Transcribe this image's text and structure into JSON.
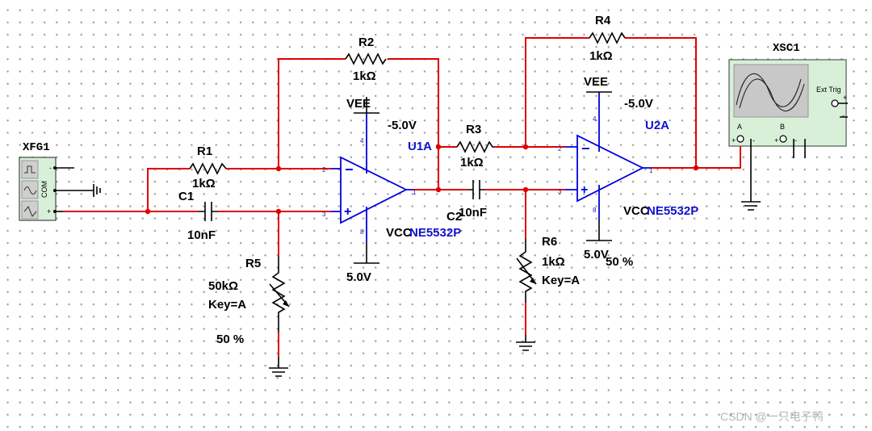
{
  "components": {
    "xfg1": {
      "ref": "XFG1",
      "com": "COM"
    },
    "r1": {
      "ref": "R1",
      "value": "1kΩ"
    },
    "c1": {
      "ref": "C1",
      "value": "10nF"
    },
    "r2": {
      "ref": "R2",
      "value": "1kΩ"
    },
    "r5": {
      "ref": "R5",
      "value": "50kΩ",
      "key": "Key=A",
      "percent": "50 %"
    },
    "u1a": {
      "ref": "U1A",
      "part": "NE5532P",
      "vee_label": "VEE",
      "vee_value": "-5.0V",
      "vcc_label": "VCC",
      "vcc_value": "5.0V",
      "pins": {
        "inv": "2",
        "noninv": "3",
        "out": "1",
        "vee": "4",
        "vcc": "8"
      }
    },
    "r3": {
      "ref": "R3",
      "value": "1kΩ"
    },
    "c2": {
      "ref": "C2",
      "value": "10nF"
    },
    "r4": {
      "ref": "R4",
      "value": "1kΩ"
    },
    "r6": {
      "ref": "R6",
      "value": "1kΩ",
      "key": "Key=A",
      "percent": "50 %"
    },
    "u2a": {
      "ref": "U2A",
      "part": "NE5532P",
      "vee_label": "VEE",
      "vee_value": "-5.0V",
      "vcc_label": "VCC",
      "vcc_value": "5.0V",
      "pins": {
        "inv": "2",
        "noninv": "3",
        "out": "1",
        "vee": "4",
        "vcc": "8"
      }
    },
    "xsc1": {
      "ref": "XSC1",
      "ext_trig": "Ext Trig",
      "channel_a": "A",
      "channel_b": "B"
    }
  },
  "watermark": "CSDN @一只电子鸭",
  "colors": {
    "wire": "#e00000",
    "component": "#000000",
    "opamp": "#0000dd",
    "label_blue": "#1010cc",
    "grid_dot": "#9a9a9a"
  }
}
